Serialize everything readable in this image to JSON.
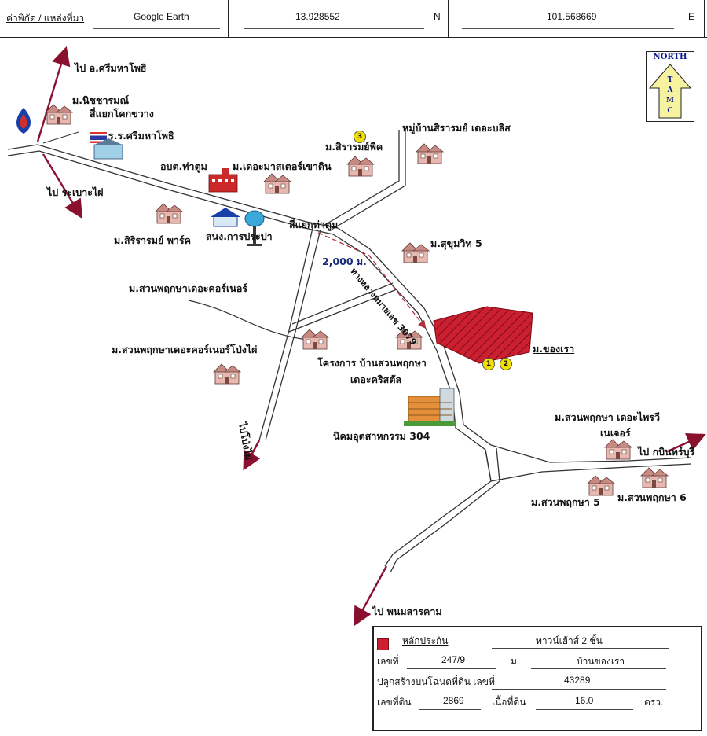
{
  "header": {
    "source_label": "ค่าพิกัด / แหล่งที่มา",
    "source_value": "Google Earth",
    "latitude": "13.928552",
    "lat_dir": "N",
    "longitude": "101.568669",
    "lon_dir": "E"
  },
  "north_sign": {
    "title": "NORTH",
    "letters": "T A M C"
  },
  "labels": {
    "to_sri_maha_phot": "ไป อ.ศรีมหาโพธิ",
    "nichcharom": "ม.นิชชารมณ์",
    "khok_khwang": "สี่แยกโคกขวาง",
    "school": "ร.ร.ศรีมหาโพธิ",
    "to_rabao_phai": "ไป ระเบาะไผ่",
    "abt_tha_tum": "อบต.ท่าตูม",
    "the_master": "ม.เดอะมาสเตอร์เขาดิน",
    "sirarom_phet": "ม.สิรารมย์พีค",
    "sirarom_bliss": "หมู่บ้านสิรารมย์ เดอะบลิส",
    "sirarom_park": "ม.สิริรารมย์ พาร์ค",
    "water_office": "สนง.การประปา",
    "tha_tum_junction": "สี่แยกท่าตูม",
    "highway": "ทางหลวงหมายเลข 3079",
    "distance": "2,000 ม.",
    "sukhumvit5": "ม.สุขุมวิท 5",
    "suan_corner": "ม.สวนพฤกษาเดอะคอร์เนอร์",
    "suan_corner_pongphai": "ม.สวนพฤกษาเดอะคอร์เนอร์โป่งไผ่",
    "project_crystal_1": "โครงการ บ้านสวนพฤกษา",
    "project_crystal_2": "เดอะคริสตัล",
    "our_village": "ม.ของเรา",
    "industrial": "นิคมอุตสาหกรรม 304",
    "to_pong_phai": "ไปโป่งไผ่",
    "suan_privy_1": "ม.สวนพฤกษา เดอะไพรวี",
    "suan_privy_2": "เนเจอร์",
    "to_prachinburi": "ไป กบินทร์บุรี",
    "suan5": "ม.สวนพฤกษา 5",
    "suan6": "ม.สวนพฤกษา 6",
    "to_phanom": "ไป พนมสารคาม",
    "badge1": "1",
    "badge2": "2",
    "badge3": "3"
  },
  "info_box": {
    "collateral_label": "หลักประกัน",
    "collateral_value": "ทาวน์เฮ้าส์ 2 ชั้น",
    "number_label": "เลขที่",
    "number_value": "247/9",
    "moo_label": "ม.",
    "moo_value": "บ้านของเรา",
    "deed_label": "ปลูกสร้างบนโฉนดที่ดิน เลขที่",
    "deed_value": "43289",
    "land_no_label": "เลขที่ดิน",
    "land_no_value": "2869",
    "area_label": "เนื้อที่ดิน",
    "area_value": "16.0",
    "area_unit": "ตรว."
  },
  "colors": {
    "road": "#333333",
    "arrow": "#8a1030",
    "plot": "#cc1f2f",
    "dashed": "#b0303c",
    "distance_text": "#1a2a7a",
    "house": "#e8b8b0",
    "north_arrow": "#f6f2a0"
  }
}
